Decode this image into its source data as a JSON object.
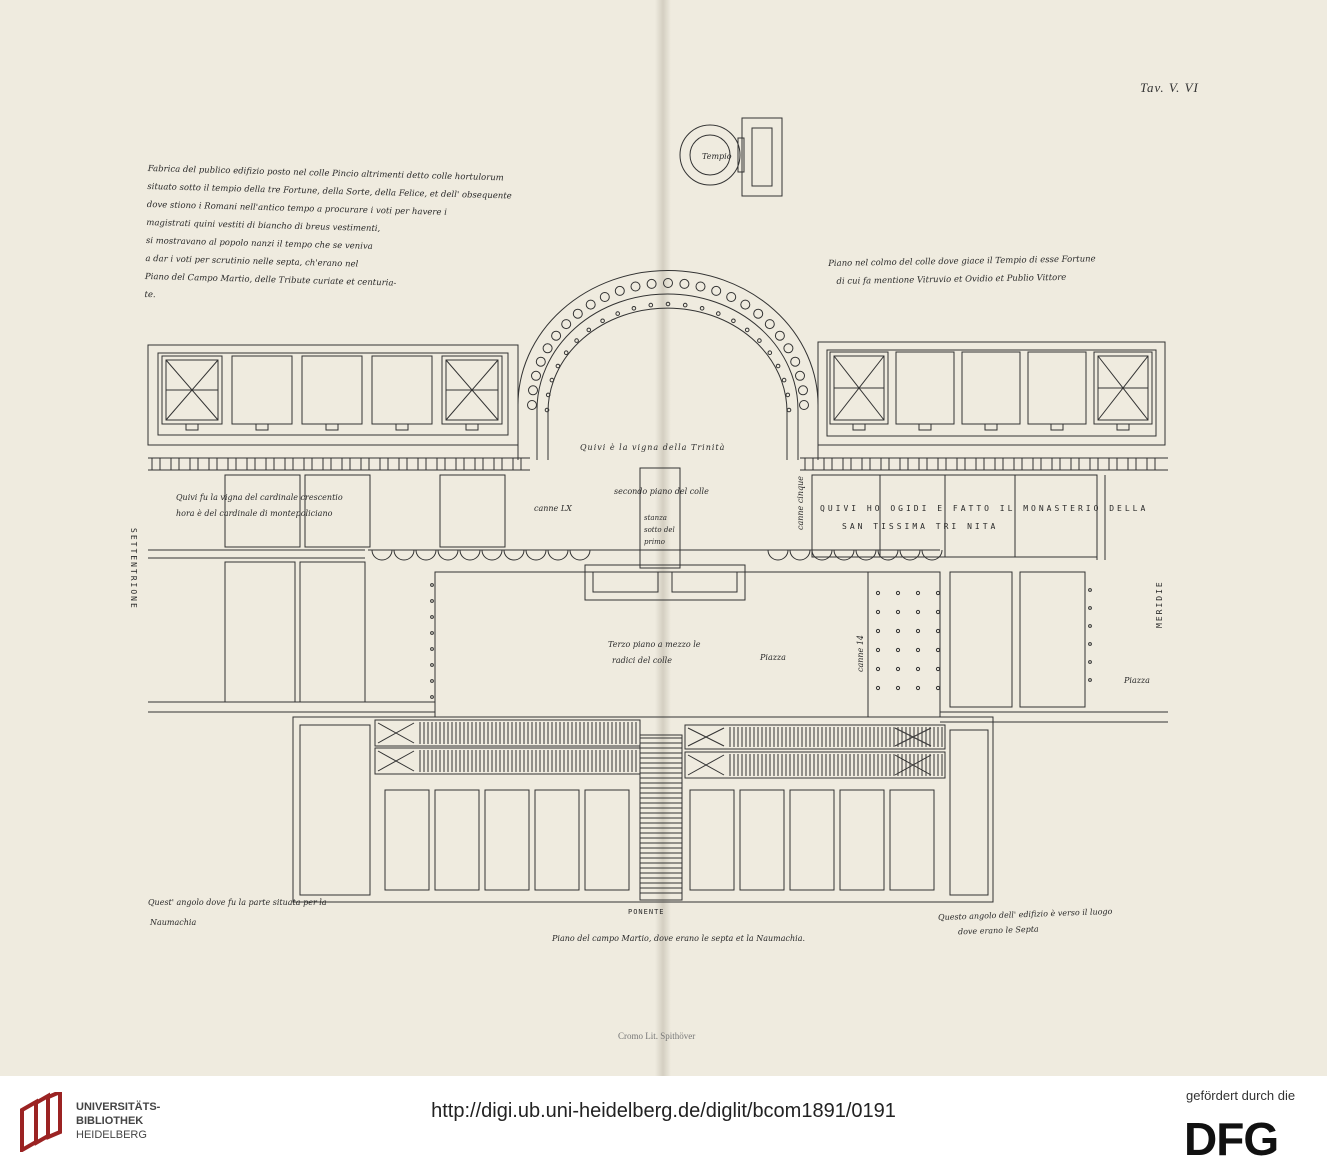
{
  "plate": {
    "id": "Tav. V. VI"
  },
  "labels": {
    "tempio": "Tempio",
    "note_left": [
      "Fabrica del publico edifizio posto nel colle Pincio altrimenti detto colle hortulorum",
      "situato sotto il tempio della tre Fortune, della Sorte, della Felice, et dell' obsequente",
      "dove stiono i Romani nell'antico tempo a procurare i voti per havere i",
      "magistrati quini vestiti di biancho di breus vestimenti,",
      "si mostravano al popolo nanzi il tempo che se veniva",
      "a dar i voti per scrutinio nelle septa, ch'erano nel",
      "Piano del Campo Martio, delle Tribute curiate et centuria-",
      "te."
    ],
    "note_right": [
      "Piano nel colmo del colle dove giace il Tempio di esse Fortune",
      "di cui fa mentione Vitruvio et Ovidio et Publio Vittore"
    ],
    "vigna_trinita": "Quivi è la vigna della Trinità",
    "vigna_cardinale": "Quivi fu la vigna del cardinale crescentio",
    "hora_cardinale": "hora è del cardinale di montepoliciano",
    "canne_lx": "canne LX",
    "secondo_piano": "secondo piano del colle",
    "stanza": "stanza sotto del primo",
    "canne_cinque": "canne cinque",
    "monastero_1": "QUIVI HO OGIDI E FATTO IL MONASTERIO DELLA",
    "monastero_2": "SAN TISSIMA TRI NITA",
    "settentrione": "SETTENTRIONE",
    "meridie": "MERIDIE",
    "terzo_piano_1": "Terzo piano a mezzo le",
    "terzo_piano_2": "radici del colle",
    "piazza_center": "Piazza",
    "canne_14": "canne 14",
    "piazza_right": "Piazza",
    "angolo_left_1": "Quest' angolo dove fu la parte situata per la",
    "angolo_left_2": "Naumachia",
    "ponente": "PONENTE",
    "angolo_right_1": "Questo angolo dell' edifizio è verso il luogo",
    "angolo_right_2": "dove erano le Septa",
    "piano_campo": "Piano del campo Martio, dove erano le septa et la Naumachia.",
    "printer": "Cromo Lit. Spithöver"
  },
  "footer": {
    "library_line1": "UNIVERSITÄTS-",
    "library_line2": "BIBLIOTHEK",
    "library_line3": "HEIDELBERG",
    "url": "http://digi.ub.uni-heidelberg.de/diglit/bcom1891/0191",
    "funder_caption": "gefördert durch die",
    "funder_logo": "DFG"
  },
  "colors": {
    "ink": "#333333",
    "paper": "#efebdf",
    "logo_red": "#9b2323"
  }
}
